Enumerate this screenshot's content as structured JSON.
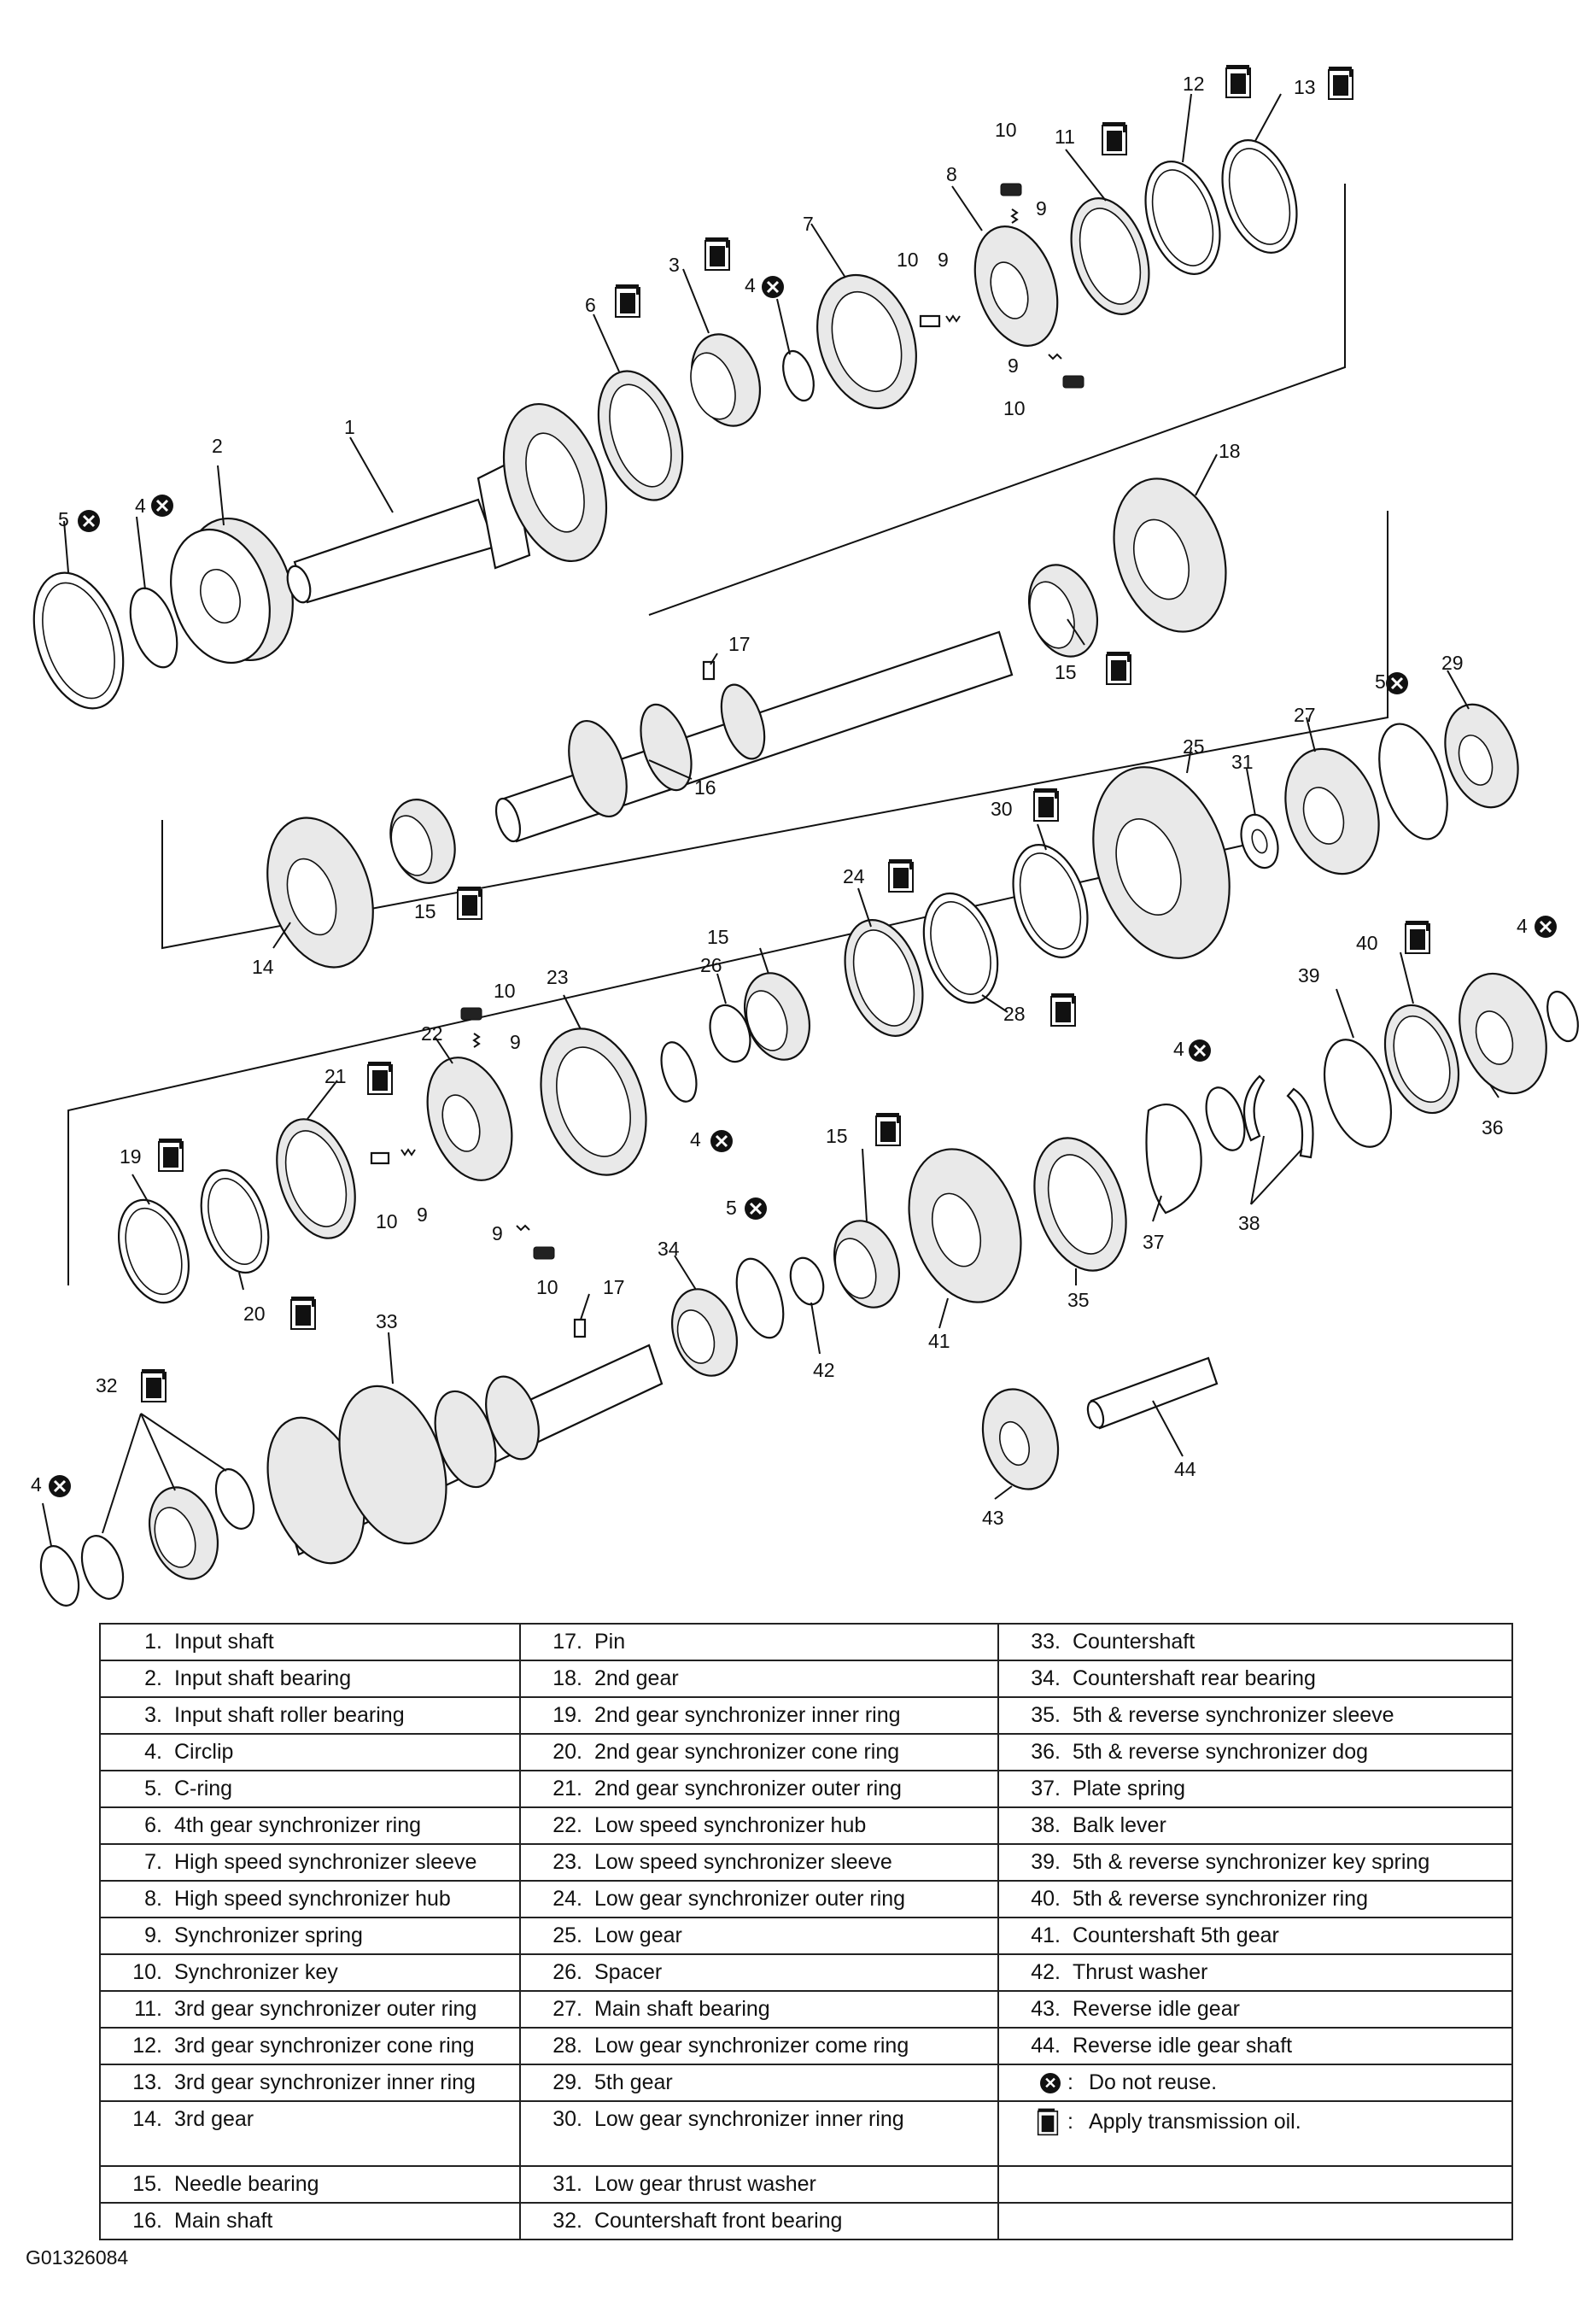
{
  "callouts": {
    "c1": "1",
    "c2": "2",
    "c3": "3",
    "c4": "4",
    "c5": "5",
    "c6": "6",
    "c7": "7",
    "c8": "8",
    "c9": "9",
    "c10": "10",
    "c11": "11",
    "c12": "12",
    "c13": "13",
    "c14": "14",
    "c15": "15",
    "c16": "16",
    "c17": "17",
    "c18": "18",
    "c19": "19",
    "c20": "20",
    "c21": "21",
    "c22": "22",
    "c23": "23",
    "c24": "24",
    "c25": "25",
    "c26": "26",
    "c27": "27",
    "c28": "28",
    "c29": "29",
    "c30": "30",
    "c31": "31",
    "c32": "32",
    "c33": "33",
    "c34": "34",
    "c35": "35",
    "c36": "36",
    "c37": "37",
    "c38": "38",
    "c39": "39",
    "c40": "40",
    "c41": "41",
    "c42": "42",
    "c43": "43",
    "c44": "44"
  },
  "legend": {
    "col1": [
      {
        "num": "1.",
        "name": "Input shaft"
      },
      {
        "num": "2.",
        "name": "Input shaft bearing"
      },
      {
        "num": "3.",
        "name": "Input shaft roller bearing"
      },
      {
        "num": "4.",
        "name": "Circlip"
      },
      {
        "num": "5.",
        "name": "C-ring"
      },
      {
        "num": "6.",
        "name": "4th gear synchronizer ring"
      },
      {
        "num": "7.",
        "name": "High speed synchronizer sleeve"
      },
      {
        "num": "8.",
        "name": "High speed synchronizer hub"
      },
      {
        "num": "9.",
        "name": "Synchronizer spring"
      },
      {
        "num": "10.",
        "name": "Synchronizer key"
      },
      {
        "num": "11.",
        "name": "3rd gear synchronizer outer ring"
      },
      {
        "num": "12.",
        "name": "3rd gear synchronizer cone ring"
      },
      {
        "num": "13.",
        "name": "3rd gear synchronizer inner ring"
      },
      {
        "num": "14.",
        "name": "3rd gear"
      },
      {
        "num": "15.",
        "name": "Needle bearing"
      },
      {
        "num": "16.",
        "name": "Main shaft"
      }
    ],
    "col2": [
      {
        "num": "17.",
        "name": "Pin"
      },
      {
        "num": "18.",
        "name": "2nd gear"
      },
      {
        "num": "19.",
        "name": "2nd gear synchronizer inner ring"
      },
      {
        "num": "20.",
        "name": "2nd gear synchronizer cone ring"
      },
      {
        "num": "21.",
        "name": "2nd gear synchronizer outer ring"
      },
      {
        "num": "22.",
        "name": "Low speed synchronizer hub"
      },
      {
        "num": "23.",
        "name": "Low speed synchronizer sleeve"
      },
      {
        "num": "24.",
        "name": "Low gear synchronizer outer ring"
      },
      {
        "num": "25.",
        "name": "Low gear"
      },
      {
        "num": "26.",
        "name": "Spacer"
      },
      {
        "num": "27.",
        "name": "Main shaft bearing"
      },
      {
        "num": "28.",
        "name": "Low gear synchronizer come ring"
      },
      {
        "num": "29.",
        "name": "5th gear"
      },
      {
        "num": "30.",
        "name": "Low gear synchronizer inner ring"
      },
      {
        "num": "31.",
        "name": "Low gear thrust washer"
      },
      {
        "num": "32.",
        "name": "Countershaft front bearing"
      }
    ],
    "col3": [
      {
        "num": "33.",
        "name": "Countershaft"
      },
      {
        "num": "34.",
        "name": "Countershaft rear bearing"
      },
      {
        "num": "35.",
        "name": "5th & reverse synchronizer sleeve"
      },
      {
        "num": "36.",
        "name": "5th & reverse synchronizer dog"
      },
      {
        "num": "37.",
        "name": "Plate spring"
      },
      {
        "num": "38.",
        "name": "Balk lever"
      },
      {
        "num": "39.",
        "name": "5th & reverse synchronizer key spring"
      },
      {
        "num": "40.",
        "name": "5th & reverse synchronizer ring"
      },
      {
        "num": "41.",
        "name": "Countershaft 5th gear"
      },
      {
        "num": "42.",
        "name": "Thrust washer"
      },
      {
        "num": "43.",
        "name": "Reverse idle gear"
      },
      {
        "num": "44.",
        "name": "Reverse idle gear shaft"
      }
    ],
    "symbols": {
      "do_not_reuse": "Do not reuse.",
      "apply_oil": "Apply transmission oil.",
      "separator": ":"
    }
  },
  "figure_code": "G01326084",
  "icons": [
    "do-not-reuse-icon",
    "oil-can-icon"
  ]
}
